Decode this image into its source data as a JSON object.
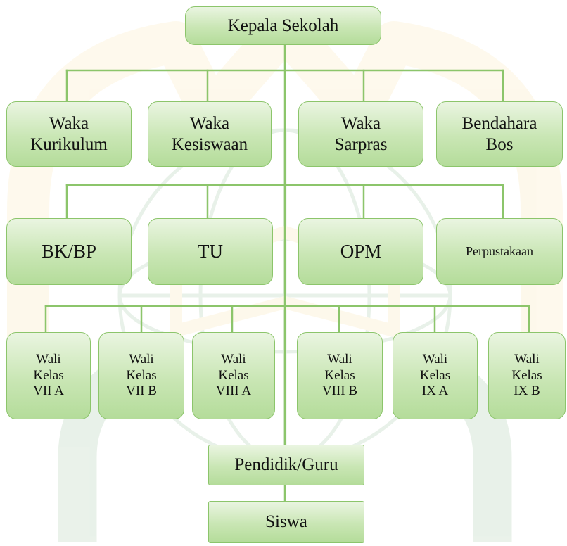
{
  "diagram": {
    "colors": {
      "box_fill_top": "#eaf5e1",
      "box_fill_bottom": "#b4dc9a",
      "box_border": "#8cc56b",
      "connector": "#8cc56b",
      "watermark_green": "#2e7d32",
      "watermark_gold": "#f3c64a"
    },
    "head": {
      "label": "Kepala Sekolah"
    },
    "waka": [
      {
        "line1": "Waka",
        "line2": "Kurikulum"
      },
      {
        "line1": "Waka",
        "line2": "Kesiswaan"
      },
      {
        "line1": "Waka",
        "line2": "Sarpras"
      },
      {
        "line1": "Bendahara",
        "line2": "Bos"
      }
    ],
    "units": [
      {
        "label": "BK/BP"
      },
      {
        "label": "TU"
      },
      {
        "label": "OPM"
      },
      {
        "label": "Perpustakaan"
      }
    ],
    "wali": [
      {
        "line1": "Wali",
        "line2": "Kelas",
        "line3": "VII A"
      },
      {
        "line1": "Wali",
        "line2": "Kelas",
        "line3": "VII B"
      },
      {
        "line1": "Wali",
        "line2": "Kelas",
        "line3": "VIII A"
      },
      {
        "line1": "Wali",
        "line2": "Kelas",
        "line3": "VIII B"
      },
      {
        "line1": "Wali",
        "line2": "Kelas",
        "line3": "IX A"
      },
      {
        "line1": "Wali",
        "line2": "Kelas",
        "line3": "IX B"
      }
    ],
    "guru": {
      "label": "Pendidik/Guru"
    },
    "siswa": {
      "label": "Siswa"
    }
  }
}
